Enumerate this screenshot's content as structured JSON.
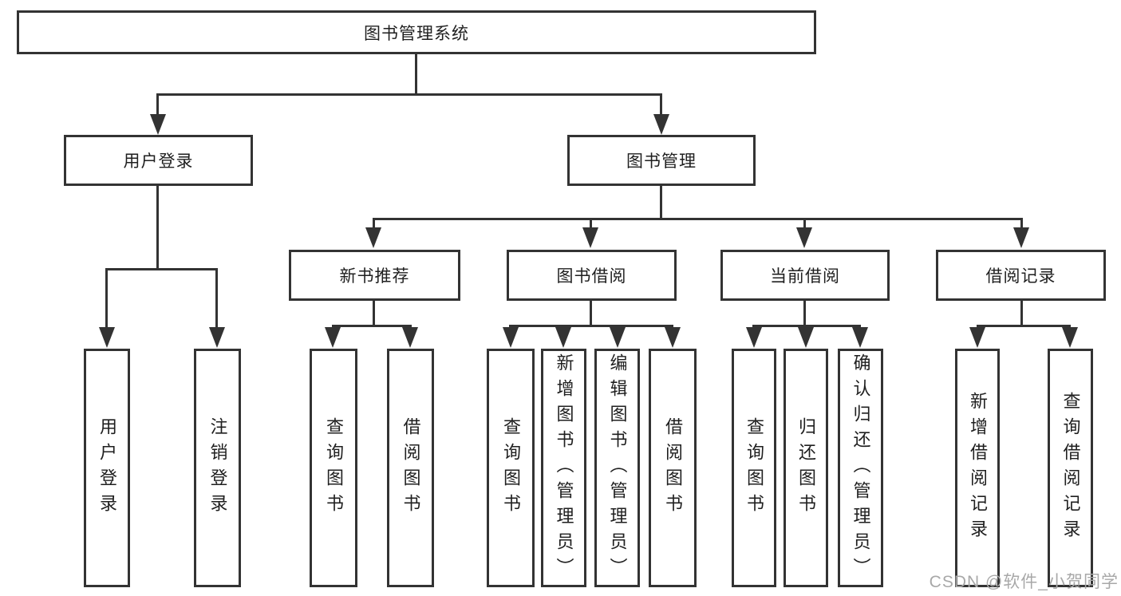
{
  "diagram_title": "图书管理系统",
  "nodes": {
    "root": {
      "label": "图书管理系统"
    },
    "user_login": {
      "label": "用户登录"
    },
    "book_management": {
      "label": "图书管理"
    },
    "new_book_recommend": {
      "label": "新书推荐"
    },
    "book_borrow": {
      "label": "图书借阅"
    },
    "current_borrow": {
      "label": "当前借阅"
    },
    "borrow_records": {
      "label": "借阅记录"
    }
  },
  "leaves": [
    {
      "label": "用户登录"
    },
    {
      "label": "注销登录"
    },
    {
      "label": "查询图书"
    },
    {
      "label": "借阅图书"
    },
    {
      "label": "查询图书"
    },
    {
      "label": "新增图书（管理员）"
    },
    {
      "label": "编辑图书（管理员）"
    },
    {
      "label": "借阅图书"
    },
    {
      "label": "查询图书"
    },
    {
      "label": "归还图书"
    },
    {
      "label": "确认归还（管理员）"
    },
    {
      "label": "新增借阅记录"
    },
    {
      "label": "查询借阅记录"
    }
  ],
  "watermark": "CSDN @软件_小贺同学",
  "colors": {
    "line": "#333333",
    "text": "#1f1f1f",
    "watermark": "#a8a8a8",
    "background": "#ffffff"
  }
}
